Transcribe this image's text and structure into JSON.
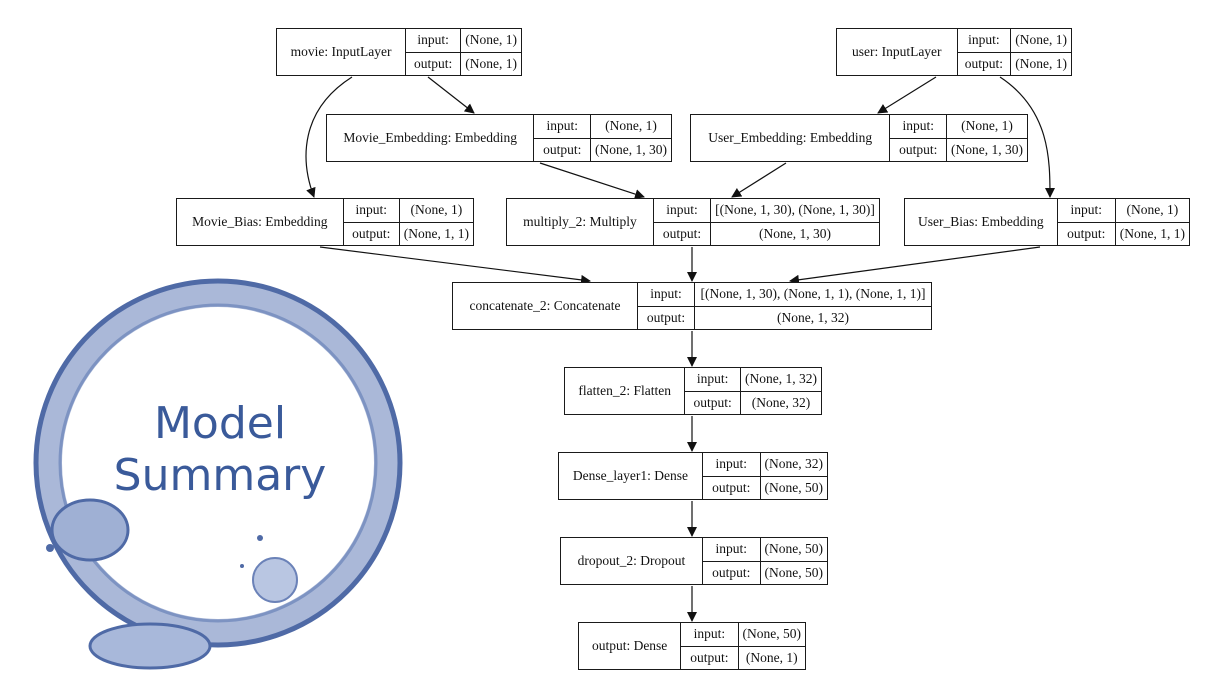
{
  "badge": {
    "line1": "Model",
    "line2": "Summary",
    "ring_color": "#5b74ad",
    "text_color": "#3a5a9a"
  },
  "nodes": [
    {
      "id": "movie",
      "name": "movie: InputLayer",
      "input_label": "input:",
      "input": "(None, 1)",
      "output_label": "output:",
      "output": "(None, 1)"
    },
    {
      "id": "user",
      "name": "user: InputLayer",
      "input_label": "input:",
      "input": "(None, 1)",
      "output_label": "output:",
      "output": "(None, 1)"
    },
    {
      "id": "movie_emb",
      "name": "Movie_Embedding: Embedding",
      "input_label": "input:",
      "input": "(None, 1)",
      "output_label": "output:",
      "output": "(None, 1, 30)"
    },
    {
      "id": "user_emb",
      "name": "User_Embedding: Embedding",
      "input_label": "input:",
      "input": "(None, 1)",
      "output_label": "output:",
      "output": "(None, 1, 30)"
    },
    {
      "id": "movie_bias",
      "name": "Movie_Bias: Embedding",
      "input_label": "input:",
      "input": "(None, 1)",
      "output_label": "output:",
      "output": "(None, 1, 1)"
    },
    {
      "id": "multiply",
      "name": "multiply_2: Multiply",
      "input_label": "input:",
      "input": "[(None, 1, 30), (None, 1, 30)]",
      "output_label": "output:",
      "output": "(None, 1, 30)"
    },
    {
      "id": "user_bias",
      "name": "User_Bias: Embedding",
      "input_label": "input:",
      "input": "(None, 1)",
      "output_label": "output:",
      "output": "(None, 1, 1)"
    },
    {
      "id": "concat",
      "name": "concatenate_2: Concatenate",
      "input_label": "input:",
      "input": "[(None, 1, 30), (None, 1, 1), (None, 1, 1)]",
      "output_label": "output:",
      "output": "(None, 1, 32)"
    },
    {
      "id": "flatten",
      "name": "flatten_2: Flatten",
      "input_label": "input:",
      "input": "(None, 1, 32)",
      "output_label": "output:",
      "output": "(None, 32)"
    },
    {
      "id": "dense1",
      "name": "Dense_layer1: Dense",
      "input_label": "input:",
      "input": "(None, 32)",
      "output_label": "output:",
      "output": "(None, 50)"
    },
    {
      "id": "dropout",
      "name": "dropout_2: Dropout",
      "input_label": "input:",
      "input": "(None, 50)",
      "output_label": "output:",
      "output": "(None, 50)"
    },
    {
      "id": "output",
      "name": "output: Dense",
      "input_label": "input:",
      "input": "(None, 50)",
      "output_label": "output:",
      "output": "(None, 1)"
    }
  ],
  "edges": [
    [
      "movie",
      "movie_emb"
    ],
    [
      "movie",
      "movie_bias"
    ],
    [
      "user",
      "user_emb"
    ],
    [
      "user",
      "user_bias"
    ],
    [
      "movie_emb",
      "multiply"
    ],
    [
      "user_emb",
      "multiply"
    ],
    [
      "movie_bias",
      "concat"
    ],
    [
      "multiply",
      "concat"
    ],
    [
      "user_bias",
      "concat"
    ],
    [
      "concat",
      "flatten"
    ],
    [
      "flatten",
      "dense1"
    ],
    [
      "dense1",
      "dropout"
    ],
    [
      "dropout",
      "output"
    ]
  ]
}
